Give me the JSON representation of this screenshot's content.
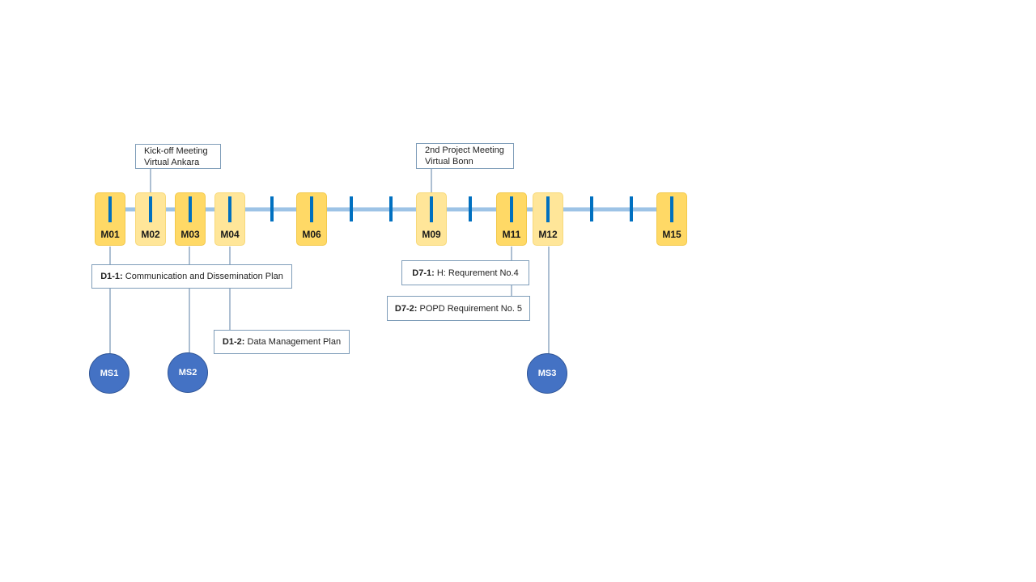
{
  "colors": {
    "axis": "#9dc3e6",
    "tick": "#0070c0",
    "month_dark": "#ffd966",
    "month_light": "#ffe699",
    "milestone": "#4472c4"
  },
  "months": [
    {
      "label": "M01",
      "shade": "dark"
    },
    {
      "label": "M02",
      "shade": "light"
    },
    {
      "label": "M03",
      "shade": "dark"
    },
    {
      "label": "M04",
      "shade": "light"
    },
    {
      "label": "M06",
      "shade": "dark"
    },
    {
      "label": "M09",
      "shade": "light"
    },
    {
      "label": "M11",
      "shade": "dark"
    },
    {
      "label": "M12",
      "shade": "light"
    },
    {
      "label": "M15",
      "shade": "dark"
    }
  ],
  "events": [
    {
      "line1": "Kick-off Meeting",
      "line2": "Virtual Ankara"
    },
    {
      "line1": "2nd Project Meeting",
      "line2": "Virtual Bonn"
    }
  ],
  "deliverables": [
    {
      "code": "D1-1:",
      "title": "Communication and Dissemination Plan"
    },
    {
      "code": "D1-2:",
      "title": "Data Management Plan"
    },
    {
      "code": "D7-1:",
      "title": "H: Requrement No.4"
    },
    {
      "code": "D7-2:",
      "title": "POPD Requirement No. 5"
    }
  ],
  "milestones": [
    "MS1",
    "MS2",
    "MS3"
  ]
}
